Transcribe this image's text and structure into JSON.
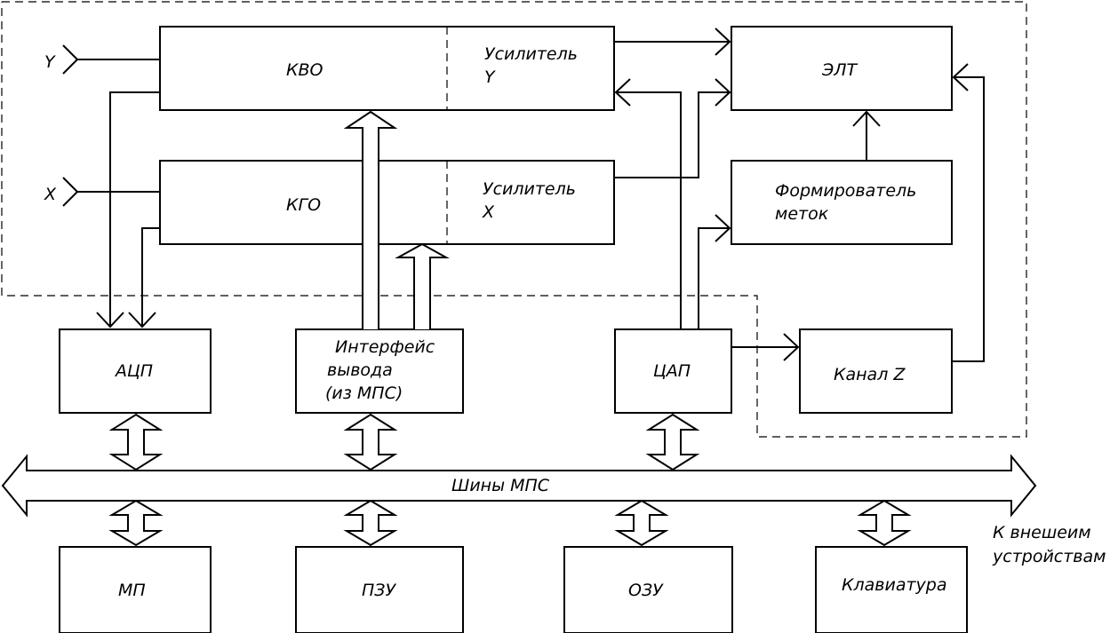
{
  "blocks": {
    "kvo": "КВО",
    "usil_y_1": "Усилитель",
    "usil_y_2": "Y",
    "kgo": "КГО",
    "usil_x_1": "Усилитель",
    "usil_x_2": "X",
    "elt": "ЭЛТ",
    "form_1": "Формирователь",
    "form_2": "меток",
    "acp": "АЦП",
    "iface_1": "Интерфейс",
    "iface_2": "вывода",
    "iface_3": "(из МПС)",
    "cap": "ЦАП",
    "kanal_z": "Канал Z",
    "mp": "МП",
    "pzu": "ПЗУ",
    "ozu": "ОЗУ",
    "klav": "Клавиатура"
  },
  "inputs": {
    "y": "Y",
    "x": "X"
  },
  "bus": {
    "label": "Шины МПС"
  },
  "external": {
    "line1": "К внешеим",
    "line2": "устройствам"
  }
}
